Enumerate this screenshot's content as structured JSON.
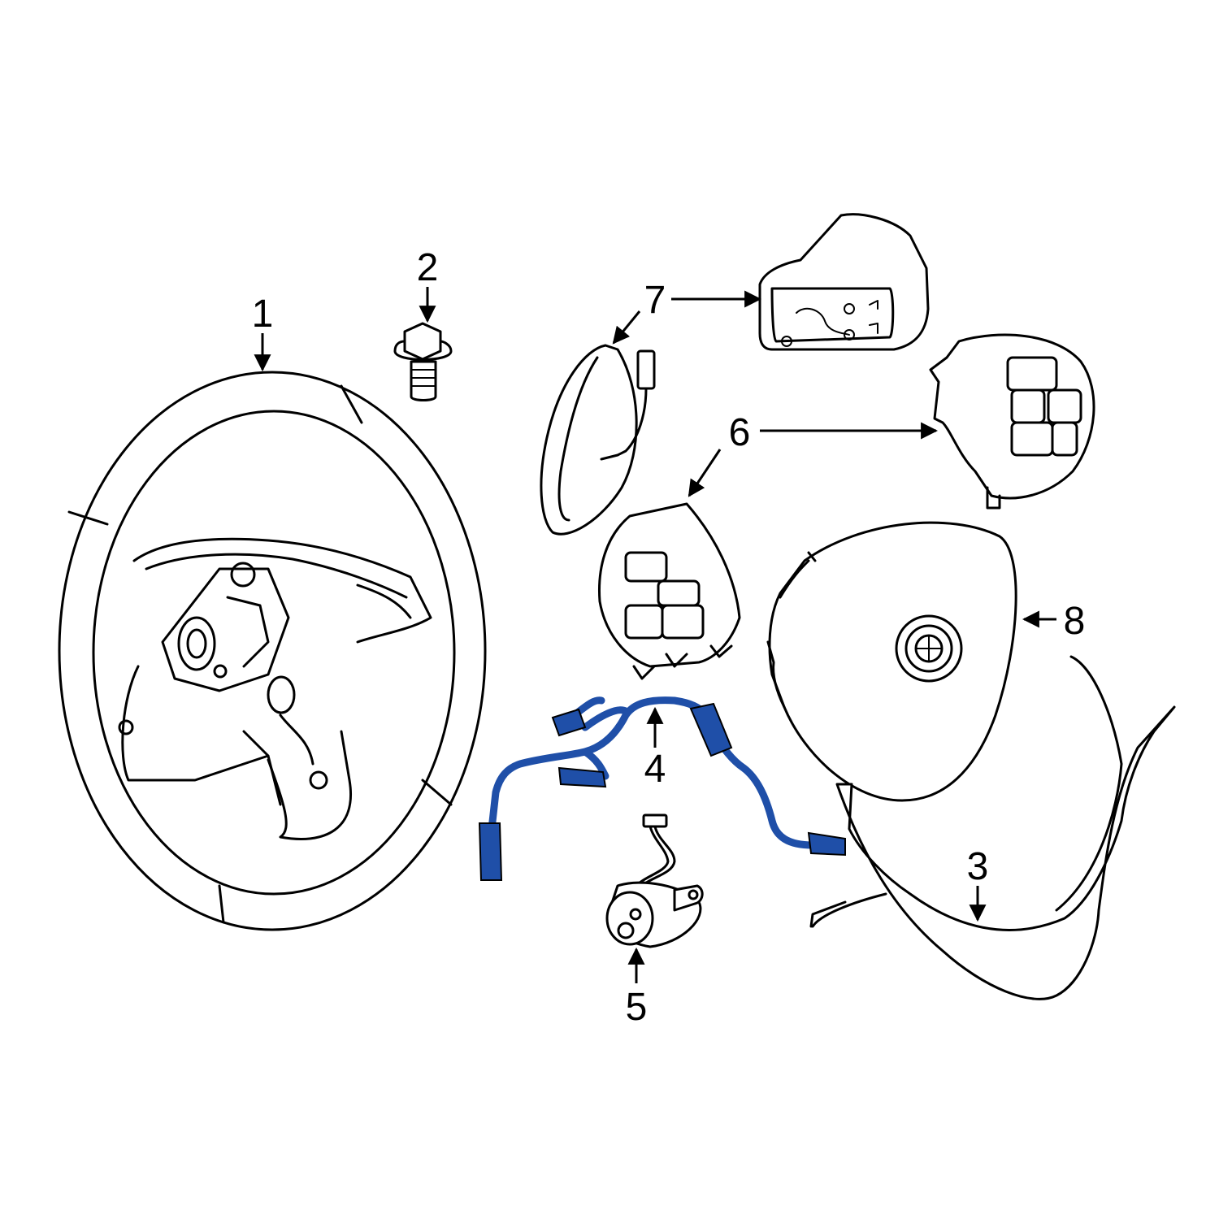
{
  "diagram": {
    "highlight_color": "#1f4fa8",
    "line_color": "#000000",
    "background": "#ffffff",
    "callouts": [
      {
        "id": "1",
        "label": "1"
      },
      {
        "id": "2",
        "label": "2"
      },
      {
        "id": "3",
        "label": "3"
      },
      {
        "id": "4",
        "label": "4"
      },
      {
        "id": "5",
        "label": "5"
      },
      {
        "id": "6",
        "label": "6"
      },
      {
        "id": "7",
        "label": "7"
      },
      {
        "id": "8",
        "label": "8"
      }
    ],
    "parts": [
      {
        "callout": "1",
        "icon": "steering-wheel-icon"
      },
      {
        "callout": "2",
        "icon": "bolt-icon"
      },
      {
        "callout": "3",
        "icon": "trim-cover-icon"
      },
      {
        "callout": "4",
        "icon": "wiring-harness-icon",
        "highlighted": true
      },
      {
        "callout": "5",
        "icon": "vibration-motor-icon"
      },
      {
        "callout": "6",
        "icon": "control-switch-icon"
      },
      {
        "callout": "7",
        "icon": "paddle-shifter-icon"
      },
      {
        "callout": "8",
        "icon": "airbag-icon"
      }
    ]
  }
}
